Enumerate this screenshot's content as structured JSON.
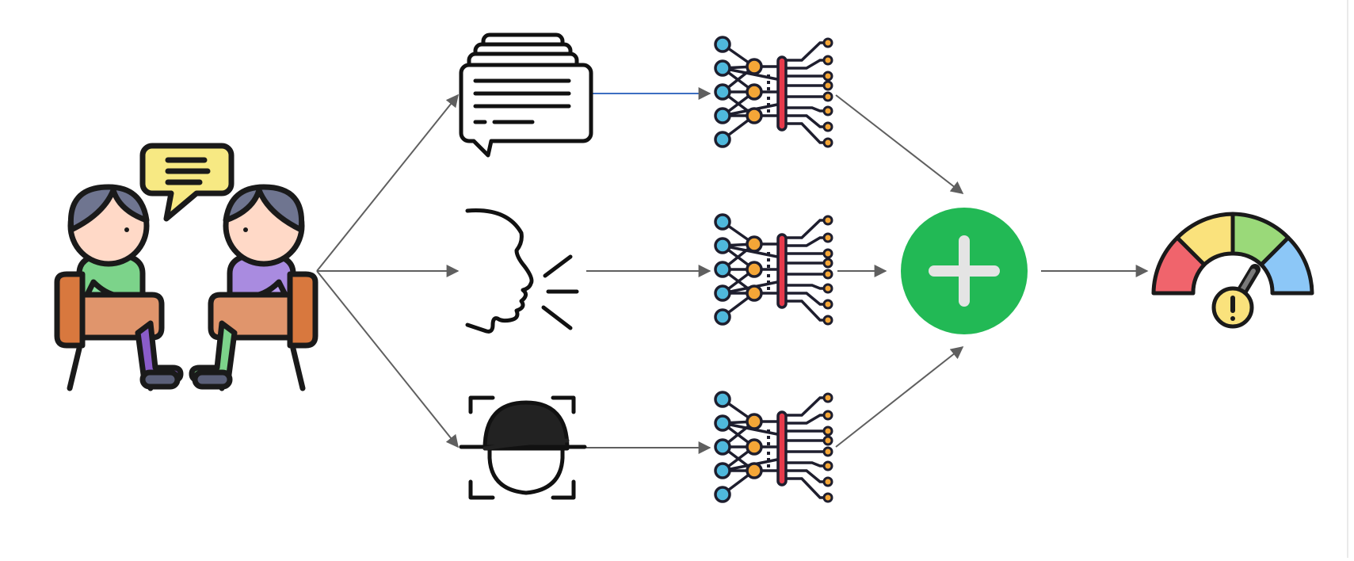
{
  "diagram": {
    "nodes": [
      {
        "id": "conversation",
        "icon": "two-people-conversation-icon"
      },
      {
        "id": "text",
        "icon": "text-transcript-icon"
      },
      {
        "id": "speech",
        "icon": "speaking-face-icon"
      },
      {
        "id": "face",
        "icon": "face-scan-icon"
      },
      {
        "id": "net_text",
        "icon": "neural-network-icon"
      },
      {
        "id": "net_speech",
        "icon": "neural-network-icon"
      },
      {
        "id": "net_face",
        "icon": "neural-network-icon"
      },
      {
        "id": "fusion",
        "icon": "plus-icon"
      },
      {
        "id": "gauge",
        "icon": "risk-gauge-icon"
      }
    ],
    "edges": [
      [
        "conversation",
        "text"
      ],
      [
        "conversation",
        "speech"
      ],
      [
        "conversation",
        "face"
      ],
      [
        "text",
        "net_text"
      ],
      [
        "speech",
        "net_speech"
      ],
      [
        "face",
        "net_face"
      ],
      [
        "net_text",
        "fusion"
      ],
      [
        "net_speech",
        "fusion"
      ],
      [
        "net_face",
        "fusion"
      ],
      [
        "fusion",
        "gauge"
      ]
    ],
    "colors": {
      "arrow": "#5f5f5f",
      "highlight_arrow": "#3d6fc2",
      "fusion": "#22b955",
      "neural_input": "#4fb8dc",
      "neural_hidden": "#f4a637",
      "neural_bar": "#e63a4b",
      "bubble": "#f7e983",
      "gauge_red": "#f0646c",
      "gauge_yellow": "#fae27c",
      "gauge_green": "#9ad979",
      "gauge_blue": "#8cc7f7"
    }
  }
}
